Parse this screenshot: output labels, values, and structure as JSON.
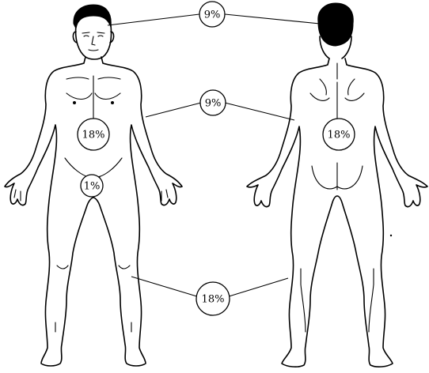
{
  "figures": {
    "front": {
      "name": "front-view"
    },
    "back": {
      "name": "back-view"
    }
  },
  "labels": {
    "head": "9%",
    "arm": "9%",
    "leg": "18%",
    "front_trunk": "18%",
    "back_trunk": "18%",
    "genital": "1%"
  }
}
